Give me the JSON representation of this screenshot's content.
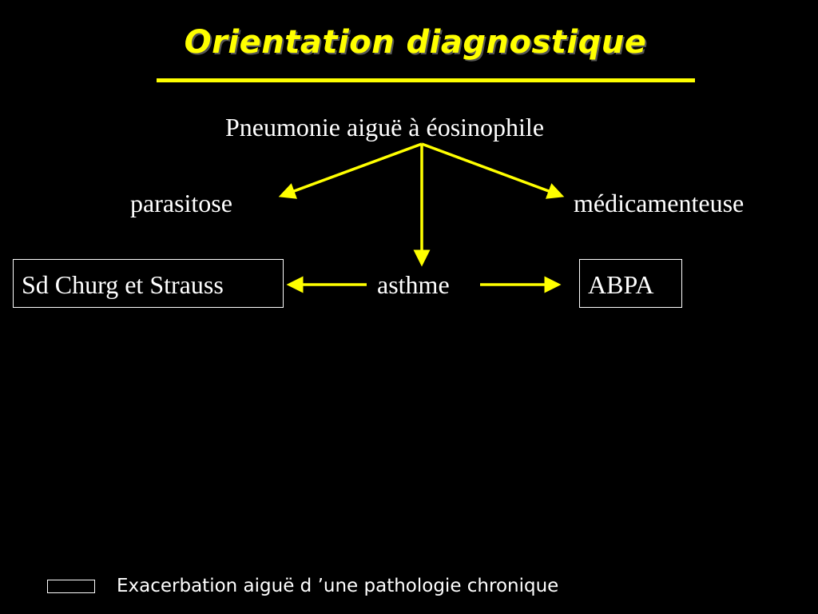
{
  "title": "Orientation diagnostique",
  "nodes": {
    "root": "Pneumonie aiguë à éosinophile",
    "left": "parasitose",
    "right": "médicamenteuse",
    "center": "asthme",
    "boxed_left": "Sd Churg et Strauss",
    "boxed_right": "ABPA"
  },
  "legend": {
    "text": "Exacerbation aiguë d ’une pathologie chronique"
  },
  "colors": {
    "background": "#000000",
    "accent": "#ffff00",
    "text": "#ffffff"
  }
}
